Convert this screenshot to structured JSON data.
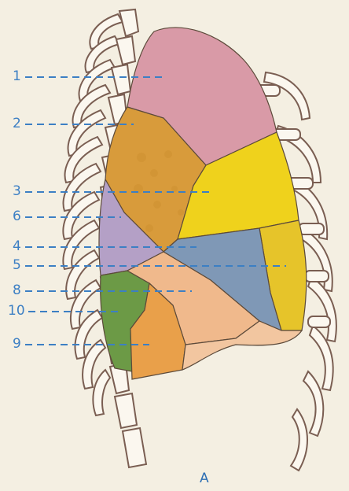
{
  "labels": [
    "1",
    "2",
    "3",
    "6",
    "4",
    "5",
    "8",
    "10",
    "9"
  ],
  "panel_label": "A",
  "colors": {
    "background": "#f4efe2",
    "rib_outline": "#7a5e52",
    "rib_fill": "#fbf7ef",
    "pink_segment": "#d99aa7",
    "orange_segment": "#d89b3b",
    "yellow_segment": "#efd21c",
    "lavender_segment": "#b4a0c6",
    "blue_segment": "#7f98b6",
    "green_segment": "#6c9a46",
    "peach_segment": "#f0b98c",
    "label_blue": "#3c7fc4"
  }
}
